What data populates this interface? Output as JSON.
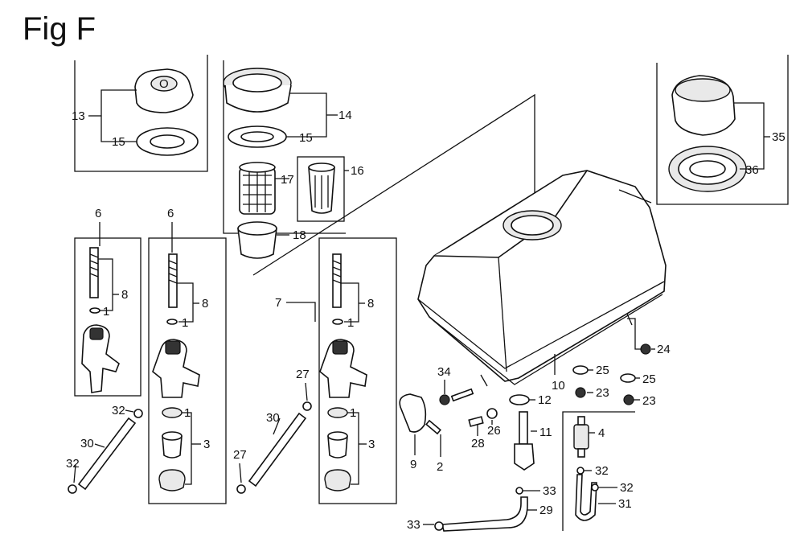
{
  "figure_title": "Fig F",
  "callouts": {
    "c13": "13",
    "c15a": "15",
    "c14": "14",
    "c15b": "15",
    "c16": "16",
    "c17": "17",
    "c18": "18",
    "c35": "35",
    "c36": "36",
    "c6a": "6",
    "c8a": "8",
    "c1a": "1",
    "c6b": "6",
    "c8b": "8",
    "c1b": "1",
    "c1c": "1",
    "c3a": "3",
    "c7": "7",
    "c8c": "8",
    "c1d": "1",
    "c1e": "1",
    "c3b": "3",
    "c32a": "32",
    "c30a": "30",
    "c32b": "32",
    "c27a": "27",
    "c30b": "30",
    "c27b": "27",
    "c34": "34",
    "c9": "9",
    "c2": "2",
    "c10": "10",
    "c12": "12",
    "c11": "11",
    "c26": "26",
    "c28": "28",
    "c25a": "25",
    "c25b": "25",
    "c23a": "23",
    "c23b": "23",
    "c24": "24",
    "c4": "4",
    "c32c": "32",
    "c32d": "32",
    "c31": "31",
    "c33a": "33",
    "c29": "29",
    "c33b": "33"
  }
}
